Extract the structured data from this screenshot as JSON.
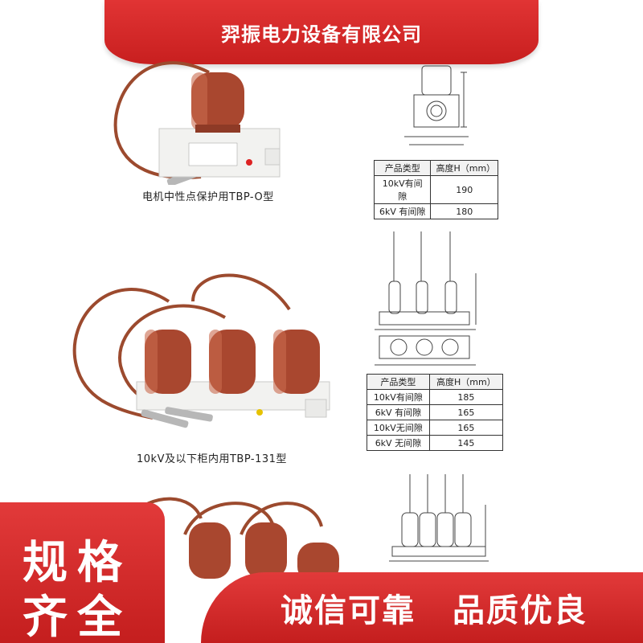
{
  "banner": {
    "title": "羿振电力设备有限公司"
  },
  "products": [
    {
      "caption": "电机中性点保护用TBP-O型",
      "table": {
        "headers": [
          "产品类型",
          "高度H（mm）"
        ],
        "rows": [
          [
            "10kV有间隙",
            "190"
          ],
          [
            "6kV 有间隙",
            "180"
          ]
        ]
      }
    },
    {
      "caption": "10kV及以下柜内用TBP-131型",
      "table": {
        "headers": [
          "产品类型",
          "高度H（mm）"
        ],
        "rows": [
          [
            "10kV有间隙",
            "185"
          ],
          [
            "6kV 有间隙",
            "165"
          ],
          [
            "10kV无间隙",
            "165"
          ],
          [
            "6kV 无间隙",
            "145"
          ]
        ]
      }
    }
  ],
  "promo": {
    "line1": "规格",
    "line2": "齐全",
    "slogan_left": "诚信可靠",
    "slogan_right": "品质优良"
  },
  "colors": {
    "brand_red": "#d42a2a",
    "insulator_brown": "#a94a32",
    "body_white": "#f4f4f2"
  }
}
